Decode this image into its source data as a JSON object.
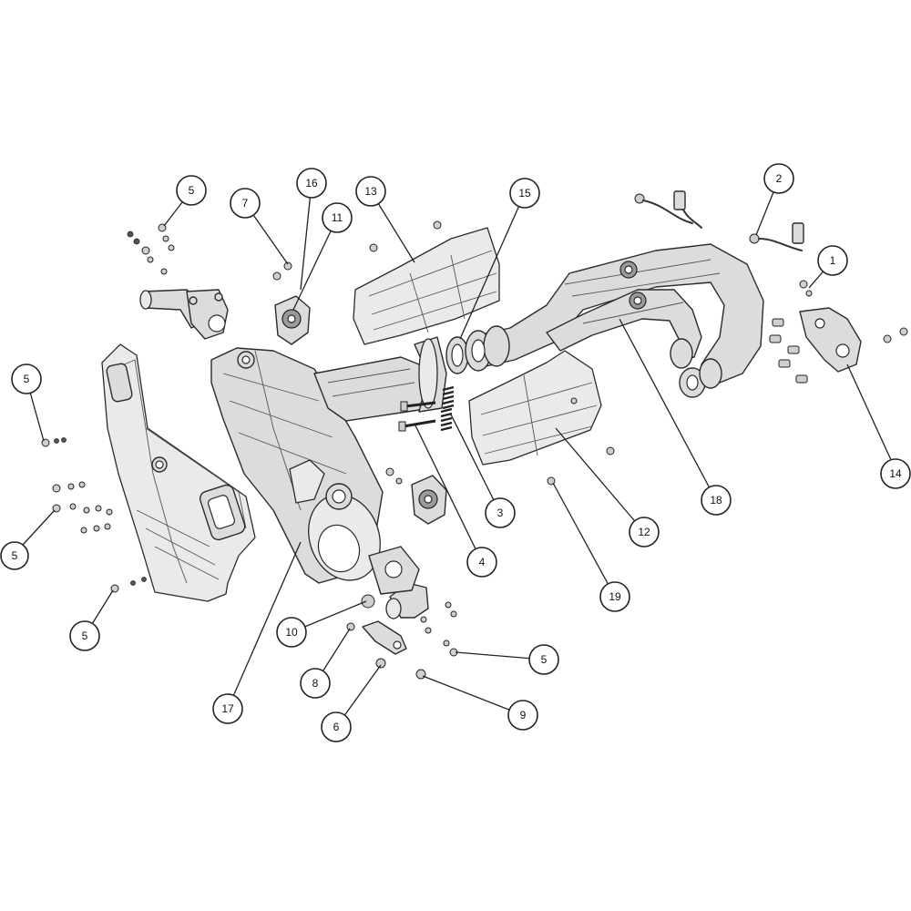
{
  "callouts": [
    {
      "id": "c1",
      "label": "1"
    },
    {
      "id": "c2",
      "label": "2"
    },
    {
      "id": "c3",
      "label": "3"
    },
    {
      "id": "c4",
      "label": "4"
    },
    {
      "id": "c5a",
      "label": "5"
    },
    {
      "id": "c5b",
      "label": "5"
    },
    {
      "id": "c5c",
      "label": "5"
    },
    {
      "id": "c5d",
      "label": "5"
    },
    {
      "id": "c5e",
      "label": "5"
    },
    {
      "id": "c6",
      "label": "6"
    },
    {
      "id": "c7",
      "label": "7"
    },
    {
      "id": "c8",
      "label": "8"
    },
    {
      "id": "c9",
      "label": "9"
    },
    {
      "id": "c10",
      "label": "10"
    },
    {
      "id": "c11",
      "label": "11"
    },
    {
      "id": "c12",
      "label": "12"
    },
    {
      "id": "c13",
      "label": "13"
    },
    {
      "id": "c14",
      "label": "14"
    },
    {
      "id": "c15",
      "label": "15"
    },
    {
      "id": "c16",
      "label": "16"
    },
    {
      "id": "c17",
      "label": "17"
    },
    {
      "id": "c18",
      "label": "18"
    },
    {
      "id": "c19",
      "label": "19"
    }
  ]
}
